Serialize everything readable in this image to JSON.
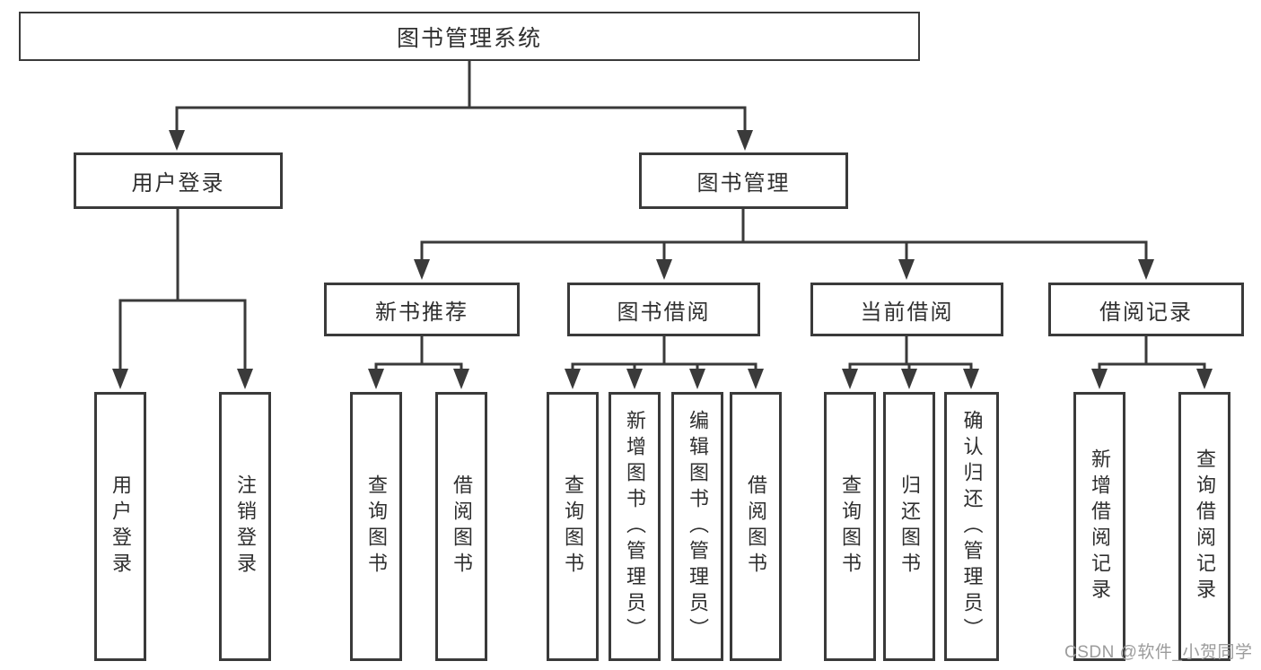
{
  "diagram": {
    "root": {
      "label": "图书管理系统"
    },
    "level2": {
      "user_login_module": {
        "label": "用户登录"
      },
      "book_management_module": {
        "label": "图书管理"
      }
    },
    "level3": {
      "new_book_recommend": {
        "label": "新书推荐"
      },
      "book_borrowing": {
        "label": "图书借阅"
      },
      "current_borrowing": {
        "label": "当前借阅"
      },
      "borrowing_records": {
        "label": "借阅记录"
      }
    },
    "leaves": {
      "user_login": [
        "用户登录",
        "注销登录"
      ],
      "new_book_recommend": [
        "查询图书",
        "借阅图书"
      ],
      "book_borrowing": [
        "查询图书",
        "新增图书（管理员）",
        "编辑图书（管理员）",
        "借阅图书"
      ],
      "current_borrowing": [
        "查询图书",
        "归还图书",
        "确认归还（管理员）"
      ],
      "borrowing_records": [
        "新增借阅记录",
        "查询借阅记录"
      ]
    },
    "watermark": "CSDN @软件_小贺同学",
    "colors": {
      "line": "#3a3a3a",
      "text": "#2f2f2f",
      "watermark": "#9c9c9c",
      "background": "#ffffff"
    }
  }
}
